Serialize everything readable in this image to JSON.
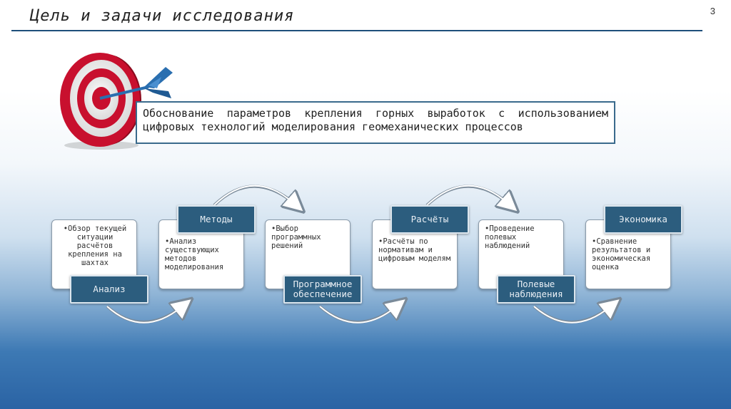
{
  "slide": {
    "title": "Цель и задачи исследования",
    "page_number": "3"
  },
  "goal": {
    "text": "Обоснование параметров крепления горных выработок с использованием цифровых технологий моделирования геомеханических процессов"
  },
  "icons": {
    "target": "target-dart-icon"
  },
  "steps": [
    {
      "label": "Анализ",
      "text": "•Обзор текущей ситуации расчётов крепления на шахтах"
    },
    {
      "label": "Методы",
      "text": "•Анализ существующих методов моделирования"
    },
    {
      "label": "Программное обеспечение",
      "text": "•Выбор программных решений"
    },
    {
      "label": "Расчёты",
      "text": "•Расчёты по нормативам и цифровым моделям"
    },
    {
      "label": "Полевые наблюдения",
      "text": "•Проведение полевых наблюдений"
    },
    {
      "label": "Экономика",
      "text": "•Сравнение результатов и экономическая оценка"
    }
  ],
  "colors": {
    "tag_fill": "#2c5d7e",
    "title_rule": "#1e4f7a",
    "target_red": "#c8102e",
    "dart_blue": "#2a6fb0"
  }
}
